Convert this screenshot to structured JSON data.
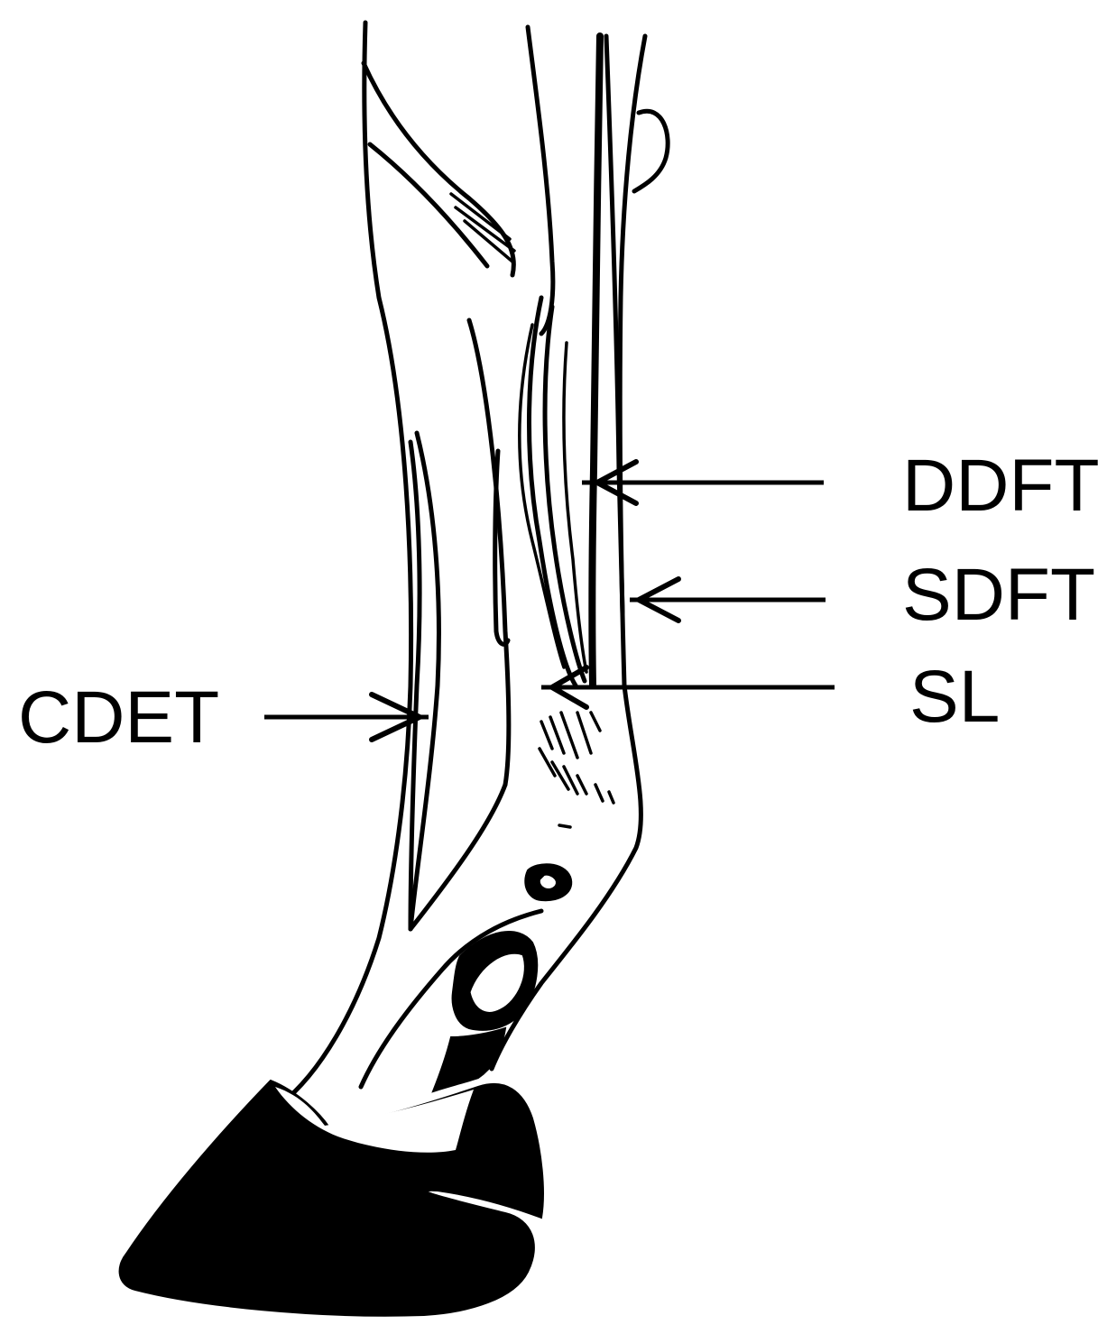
{
  "labels": {
    "ddft": "DDFT",
    "sdft": "SDFT",
    "sl": "SL",
    "cdet": "CDET"
  },
  "colors": {
    "ink": "#000000",
    "background": "#ffffff"
  }
}
